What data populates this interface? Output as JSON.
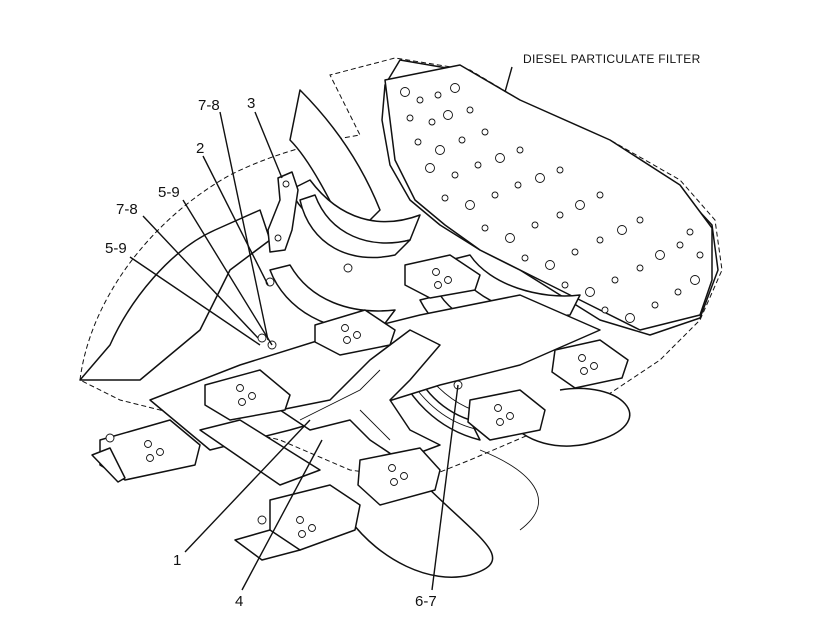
{
  "figure": {
    "component_label": "DIESEL PARTICULATE FILTER",
    "callouts": [
      {
        "id": "c1",
        "text": "7-8"
      },
      {
        "id": "c2",
        "text": "3"
      },
      {
        "id": "c3",
        "text": "2"
      },
      {
        "id": "c4",
        "text": "5-9"
      },
      {
        "id": "c5",
        "text": "7-8"
      },
      {
        "id": "c6",
        "text": "5-9"
      },
      {
        "id": "c7",
        "text": "1"
      },
      {
        "id": "c8",
        "text": "4"
      },
      {
        "id": "c9",
        "text": "6-7"
      }
    ]
  }
}
